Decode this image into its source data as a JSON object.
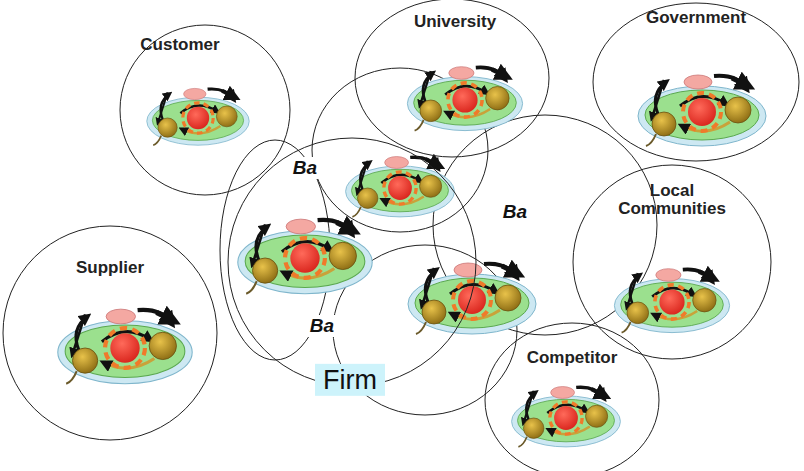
{
  "diagram": {
    "nodes": [
      {
        "text": [
          "Customer"
        ]
      },
      {
        "text": [
          "University"
        ]
      },
      {
        "text": [
          "Government"
        ]
      },
      {
        "text": [
          "Supplier"
        ]
      },
      {
        "text": [
          "Firm"
        ]
      },
      {
        "text": [
          "Local Communities"
        ]
      },
      {
        "text": [
          "Competitor"
        ]
      }
    ],
    "labels": [
      "Ba",
      "Ba",
      "Ba"
    ]
  }
}
